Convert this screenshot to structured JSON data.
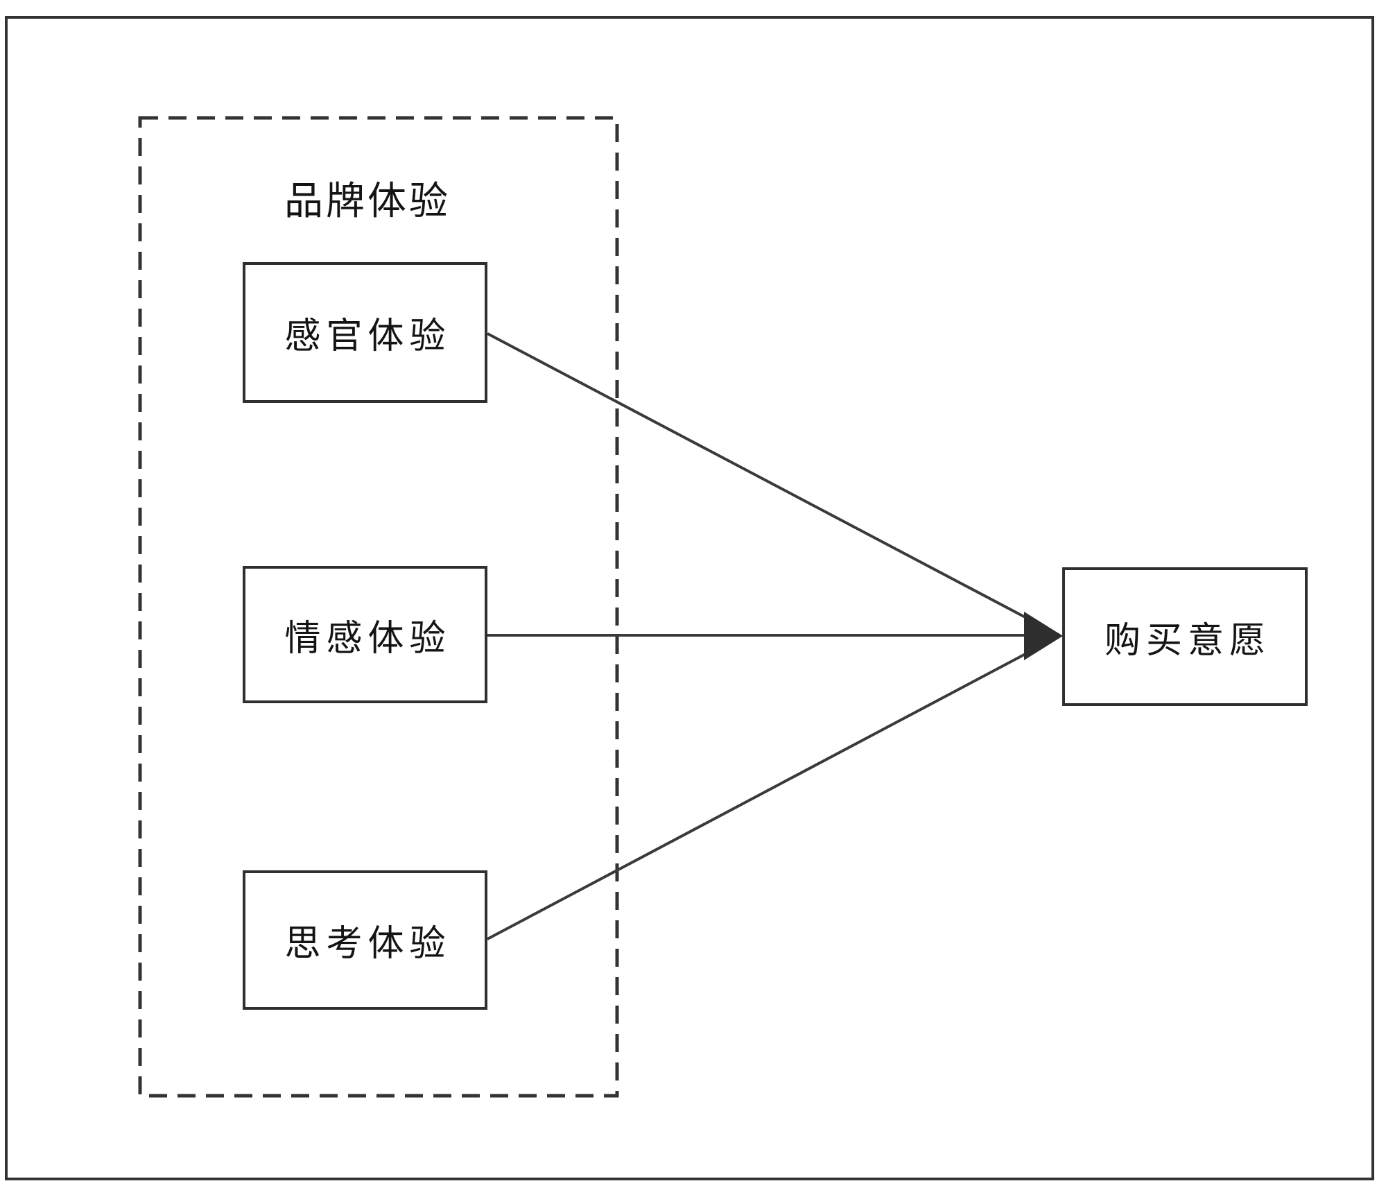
{
  "diagram": {
    "group_label": "品牌体验",
    "nodes": [
      {
        "id": "sensory",
        "label": "感官体验"
      },
      {
        "id": "emotional",
        "label": "情感体验"
      },
      {
        "id": "thinking",
        "label": "思考体验"
      }
    ],
    "outcome": {
      "label": "购买意愿"
    },
    "colors": {
      "stroke": "#333333",
      "line": "#3a3a3a",
      "arrowhead": "#2e2e2e",
      "text": "#141414",
      "background": "#ffffff"
    }
  }
}
